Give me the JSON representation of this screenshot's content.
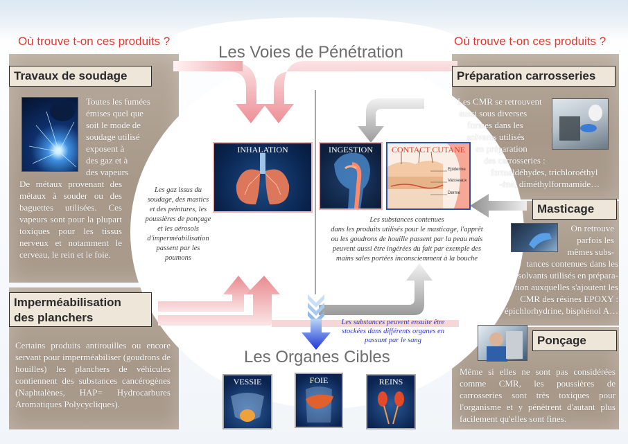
{
  "left_question": "Où trouve t-on ces produits ?",
  "right_question": "Où trouve t-on ces produits ?",
  "main_title": "Les Voies de Pénétration",
  "organs_title": "Les Organes Cibles",
  "welding": {
    "title": "Travaux de soudage",
    "text_lines": [
      "Toutes les fumées",
      "émises quel que",
      "soit le mode de",
      "soudage utilisé",
      "exposent à",
      "des gaz et à",
      "des vapeurs"
    ],
    "text_rest": "De métaux provenant des métaux à souder ou des baguettes utilisées. Ces vapeurs sont pour la plupart toxiques pour les tissus nerveux et notamment le cerveau, le rein et le foie."
  },
  "waterproofing": {
    "title_line1": "Imperméabilisation",
    "title_line2": "des planchers",
    "text": "Certains produits antirouilles ou encore servant pour imperméabiliser (goudrons de houilles) les planchers de véhicules contiennent des substances cancérogènes (Naphtalènes, HAP= Hydrocarbures Aromatiques Polycycliques)."
  },
  "bodywork": {
    "title": "Préparation carrosseries",
    "text_lines": [
      "Les CMR se retrouvent",
      "aussi sous diverses",
      "formes dans les",
      "solvants utilisés",
      "en préparation",
      "des carrosseries :",
      "formaldéhydes, trichloroéthyl",
      "-ène, diméthylformamide…"
    ]
  },
  "masticage": {
    "title": "Masticage",
    "text_lines": [
      "On retrouve",
      "parfois les",
      "mêmes subs-",
      "tances contenues dans les",
      "solvants utilisés en prépara-",
      "tion auxquelles s'ajoutent les",
      "CMR des résines EPOXY :",
      "épichlorhydrine, bisphénol A…"
    ]
  },
  "poncage": {
    "title": "Ponçage",
    "text": "Même si elles ne sont pas considérées comme CMR, les poussières de carrosseries sont très toxiques pour l'organisme et y pénètrent d'autant plus facilement qu'elles sont fines."
  },
  "inhalation": {
    "label": "INHALATION",
    "text_lines": [
      "Les gaz issus du",
      "soudage, des mastics",
      "et des peintures, les",
      "poussières de ponçage",
      "et les aérosols",
      "d'imperméabilisation",
      "passent par les",
      "poumons"
    ]
  },
  "ingestion": {
    "label": "INGESTION"
  },
  "contact": {
    "label": "CONTACT CUTANE",
    "layer_labels": [
      "Epiderme",
      "Vaisseaux",
      "Derme"
    ]
  },
  "ingestion_text_lines": [
    "Les substances contenues",
    "dans les produits utilisés pour le masticage, l'apprêt",
    "ou les goudrons de houille passent par la peau mais",
    "peuvent aussi être ingérées du fait par exemple des",
    "mains sales portées inconsciemment à la bouche"
  ],
  "storage_text_lines": [
    "Les substances peuvent ensuite être",
    "stockées dans différents organes en",
    "passant par le sang"
  ],
  "organs": [
    {
      "label": "VESSIE"
    },
    {
      "label": "FOIE"
    },
    {
      "label": "REINS"
    }
  ],
  "colors": {
    "accent_red": "#e0392f",
    "storage_blue": "#2a35c8",
    "panel_brown": "#a99a8b"
  }
}
